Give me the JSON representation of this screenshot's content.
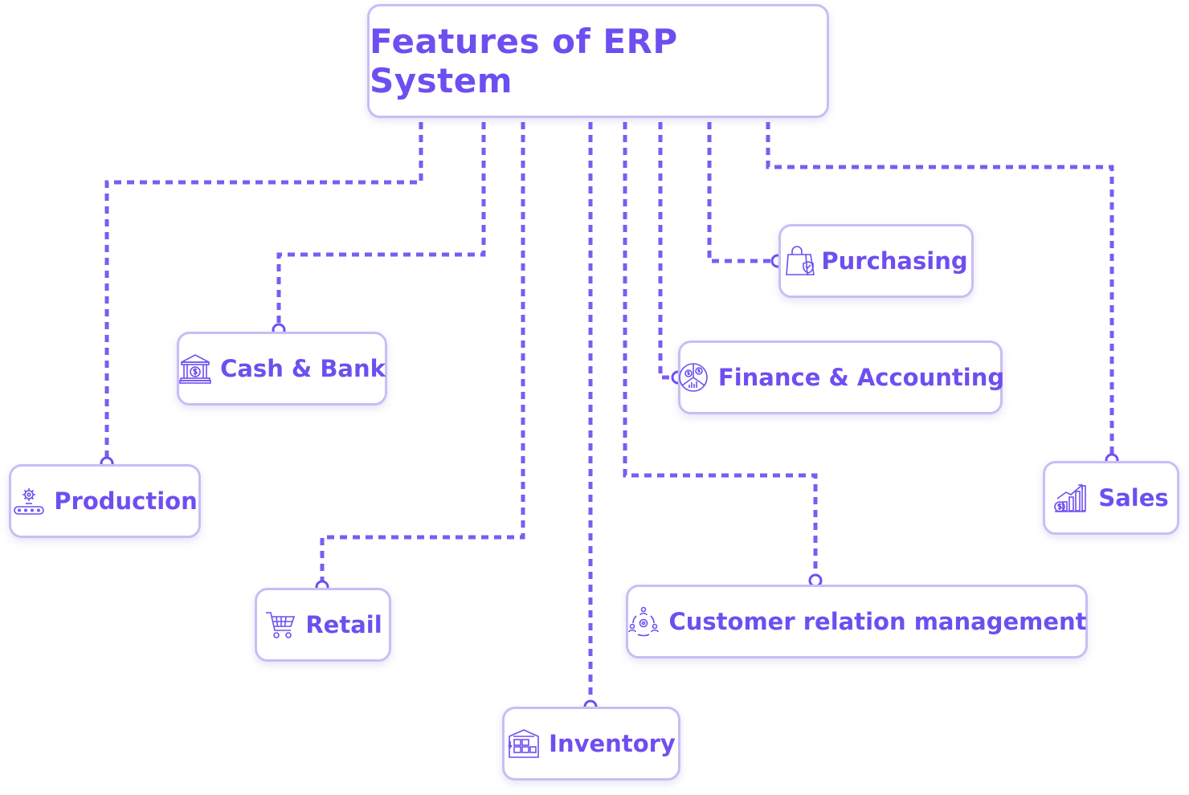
{
  "title": "Features of ERP System",
  "colors": {
    "accent": "#6d4ff0",
    "border": "#c9bdf5",
    "connector": "#7b5cf0"
  },
  "nodes": [
    {
      "label": "Production",
      "icon": "conveyor-gear-icon"
    },
    {
      "label": "Cash & Bank",
      "icon": "bank-icon"
    },
    {
      "label": "Retail",
      "icon": "shopping-cart-icon"
    },
    {
      "label": "Inventory",
      "icon": "warehouse-icon"
    },
    {
      "label": "Customer relation management",
      "icon": "network-people-icon"
    },
    {
      "label": "Finance & Accounting",
      "icon": "pie-chart-dollar-icon"
    },
    {
      "label": "Purchasing",
      "icon": "shopping-bag-icon"
    },
    {
      "label": "Sales",
      "icon": "growth-chart-icon"
    }
  ]
}
